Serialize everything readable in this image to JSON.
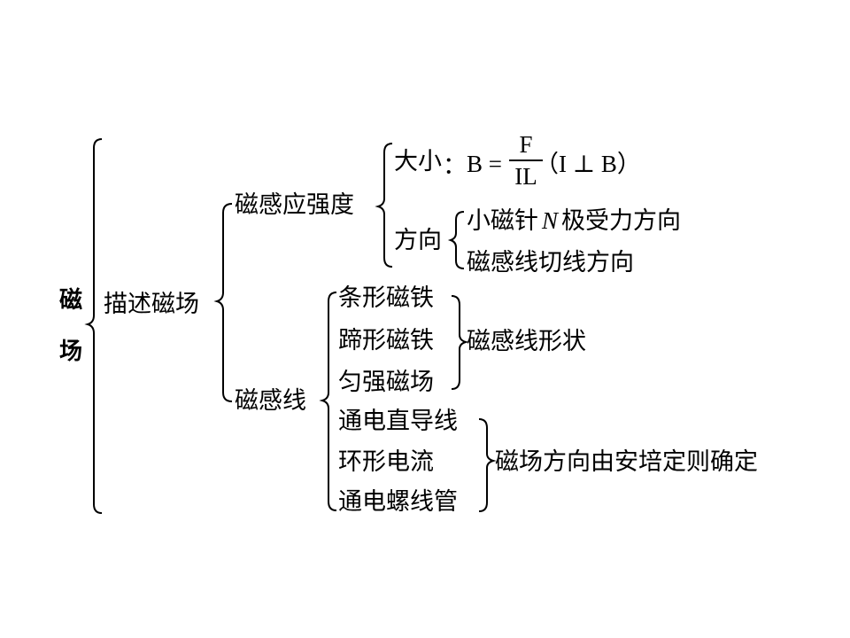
{
  "root": {
    "char1": "磁",
    "char2": "场"
  },
  "level1": {
    "label": "描述磁场"
  },
  "strength": {
    "label": "磁感应强度",
    "magnitude": {
      "label": "大小",
      "colon": "：",
      "lhs": "B =",
      "num": "F",
      "den": "IL",
      "cond": "（I ⊥ B）"
    },
    "direction": {
      "label": "方向",
      "item1_pre": "小磁针",
      "item1_n": "N",
      "item1_post": "极受力方向",
      "item2": "磁感线切线方向"
    }
  },
  "fieldlines": {
    "label": "磁感线",
    "group1": {
      "items": [
        "条形磁铁",
        "蹄形磁铁",
        "匀强磁场"
      ],
      "result": "磁感线形状"
    },
    "group2": {
      "items": [
        "通电直导线",
        "环形电流",
        "通电螺线管"
      ],
      "result": "磁场方向由安培定则确定"
    }
  }
}
